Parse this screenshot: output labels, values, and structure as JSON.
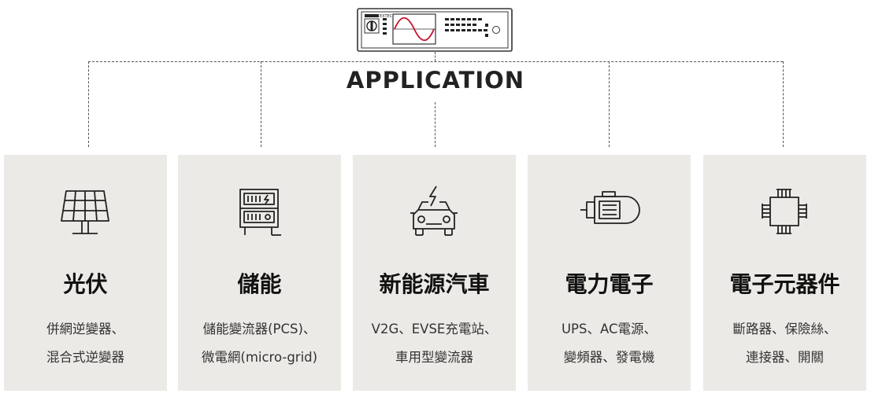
{
  "device": {
    "brand": "EXTECH"
  },
  "title": "APPLICATION",
  "cards": [
    {
      "icon": "solar-panel-icon",
      "title": "光伏",
      "line1": "併網逆變器、",
      "line2": "混合式逆變器"
    },
    {
      "icon": "energy-storage-icon",
      "title": "儲能",
      "line1": "儲能變流器(PCS)、",
      "line2": "微電網(micro-grid)"
    },
    {
      "icon": "electric-car-icon",
      "title": "新能源汽車",
      "line1": "V2G、EVSE充電站、",
      "line2": "車用型變流器"
    },
    {
      "icon": "motor-icon",
      "title": "電力電子",
      "line1": "UPS、AC電源、",
      "line2": "變頻器、發電機"
    },
    {
      "icon": "chip-icon",
      "title": "電子元器件",
      "line1": "斷路器、保險絲、",
      "line2": "連接器、開關"
    }
  ],
  "colors": {
    "card_bg": "#eceae6",
    "line": "#555555",
    "text": "#1a1a1a"
  }
}
